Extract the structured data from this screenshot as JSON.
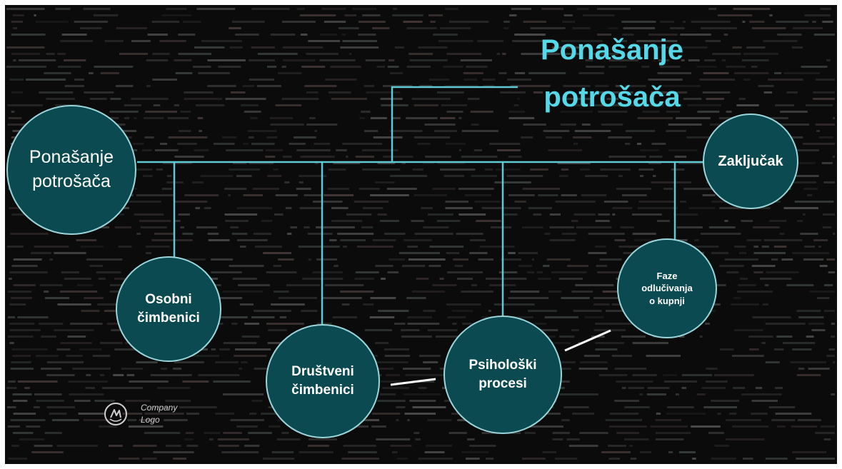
{
  "title": "Ponašanje\npotrošača",
  "nodes": {
    "main": "Ponašanje\npotrošača",
    "conclusion": "Zaključak",
    "personal": "Osobni\nčimbenici",
    "social": "Društveni\nčimbenici",
    "psychological": "Psihološki\nprocesi",
    "phases": "Faze\nodlučivanja\no kupnji"
  },
  "logo": {
    "text": "Company\nLogo",
    "icon": "company-logo-icon"
  },
  "colors": {
    "background": "#0b0b0b",
    "node_fill": "#0b4a50",
    "node_border": "#9ad6dc",
    "connector": "#5fc9d4",
    "title": "#55d8e8",
    "side_link": "#ffffff"
  }
}
